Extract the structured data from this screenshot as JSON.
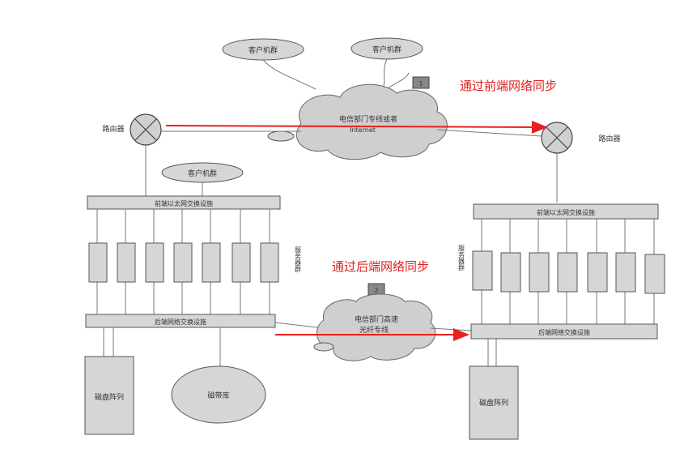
{
  "sync_labels": {
    "front": "通过前端网络同步",
    "back": "通过后端网络同步"
  },
  "left_site": {
    "router": "路由器",
    "client_top_left": "客户机群",
    "client_mid": "客户机群",
    "front_switch": "前端以太网交换设施",
    "server_group": "服务器群",
    "back_switch": "后端网络交换设施",
    "disk_array": "磁盘阵列",
    "tape_library": "磁带库"
  },
  "right_site": {
    "router": "路由器",
    "front_switch": "前端以太网交换设施",
    "server_group": "服务器群",
    "back_switch": "后端网络交换设施",
    "disk_array": "磁盘阵列"
  },
  "top": {
    "client_top_right": "客户机群",
    "cloud1_line1": "电信部门专线或者",
    "cloud1_line2": "Internet",
    "marker1": "1"
  },
  "middle": {
    "cloud2_line1": "电信部门高速",
    "cloud2_line2": "光纤专线",
    "marker2": "2"
  },
  "colors": {
    "arrow": "#e82020",
    "label": "#e02020"
  }
}
